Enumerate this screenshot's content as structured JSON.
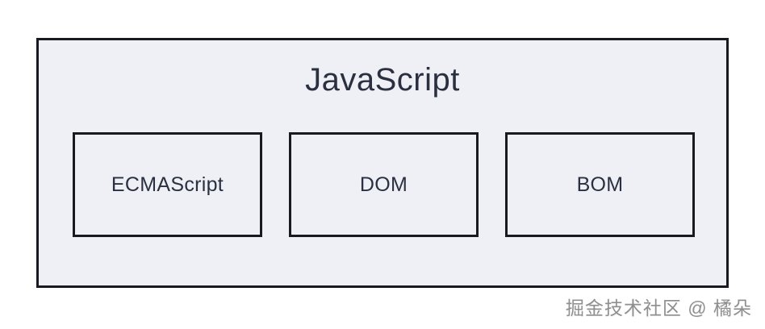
{
  "diagram": {
    "title": "JavaScript",
    "boxes": [
      {
        "label": "ECMAScript"
      },
      {
        "label": "DOM"
      },
      {
        "label": "BOM"
      }
    ]
  },
  "watermark": {
    "text": "掘金技术社区 @ 橘朵"
  },
  "colors": {
    "page_background": "#ffffff",
    "panel_fill": "#eef0f6",
    "border": "#171a21",
    "text": "#2b3040",
    "watermark_text": "#8f8f8f"
  }
}
